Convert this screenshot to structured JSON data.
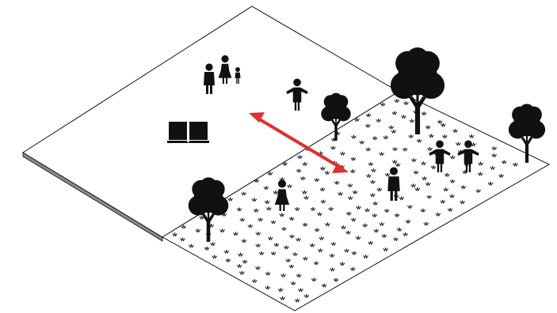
{
  "colors": {
    "background": "#ffffff",
    "outline": "#111111",
    "silhouette": "#111111",
    "slab_edge": "#8a8a8a",
    "arrow": "#e03030",
    "grass": "#111111"
  },
  "zones": [
    {
      "name": "paved-plaza",
      "surface": "plain"
    },
    {
      "name": "lawn",
      "surface": "grass"
    }
  ],
  "icons": [
    "family-icon",
    "person-icon",
    "book-icon",
    "tree-icon",
    "woman-icon",
    "double-arrow-icon"
  ]
}
